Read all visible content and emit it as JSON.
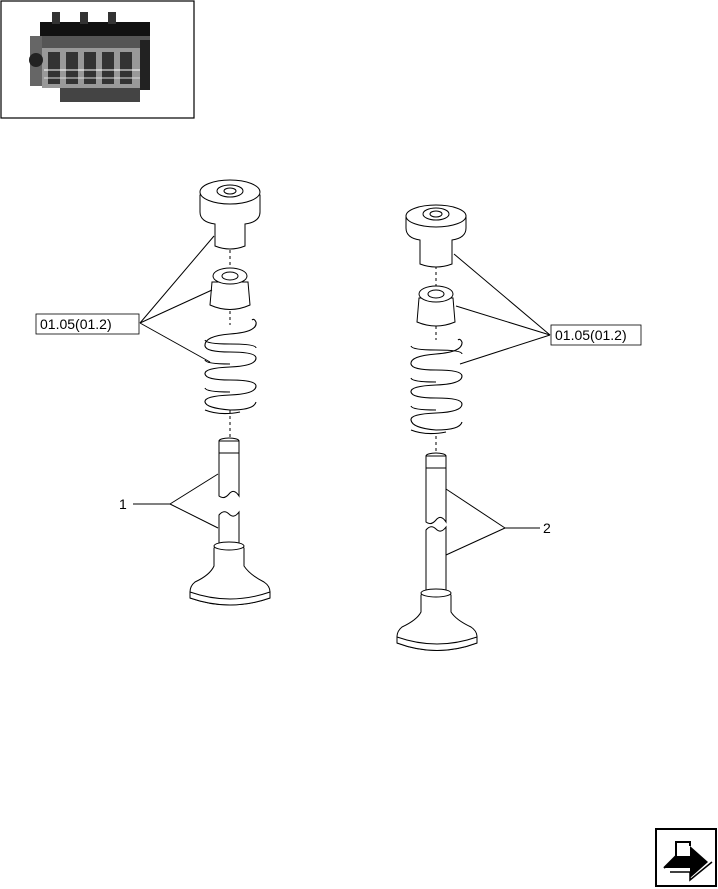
{
  "callouts": {
    "left_ref": "01.05(01.2)",
    "right_ref": "01.05(01.2)",
    "item_1": "1",
    "item_2": "2"
  },
  "thumbnail": {
    "icon": "engine-thumbnail-icon"
  },
  "navigation": {
    "icon": "next-page-arrow-icon"
  }
}
